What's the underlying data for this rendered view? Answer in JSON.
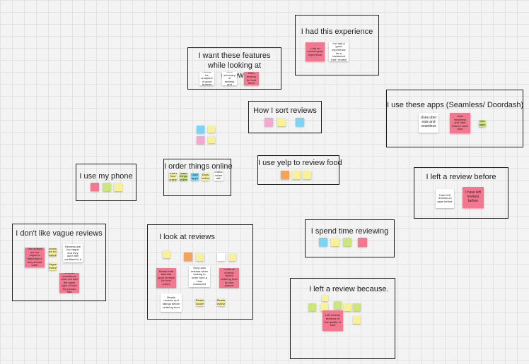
{
  "board": {
    "frames": {
      "had_experience": "I had this experience",
      "want_features": "I want these features while looking at reviews",
      "sort_reviews": "How I sort reviews",
      "use_apps": "I use these apps (Seamless/ Doordash)",
      "order_online": "I order things online",
      "use_yelp": "I use yelp to review food",
      "use_phone": "I use my phone",
      "left_review_before": "I left a review before",
      "vague_reviews": "I don't like vague reviews",
      "look_at_reviews": "I look at reviews",
      "spend_time": "I spend time reviewing",
      "left_review_because": "I left a review because."
    },
    "notes": {
      "had_1": "I had an overall good experience",
      "had_2": "I've had a good experience for a restaurant that I review",
      "feat_1": "Should be snapshot of good reviews",
      "feat_2": "Looking for a summary of reviews and ratings",
      "feat_3": "Filter reviews for food items",
      "apps_1": "Uses uber eats and seamless",
      "apps_2": "Uses Seamless and Uber Eats to order food",
      "apps_3": "Use apps",
      "before_1": "Have left reviews on apps before",
      "before_2": "I have left reviews before",
      "order_1": "Orders food online",
      "order_2": "Orders things online",
      "order_3": "Uses apps",
      "order_4": "Buys online",
      "order_5": "Mostly orders online with food",
      "vague_1": "The reviews are too vague to determine if they should order",
      "vague_2": "Reviews are too vague",
      "vague_3": "Vague reviews",
      "vague_4": "Reviews are too vague and they don't feel confident in it",
      "vague_5": "Reviews sometimes does not add the same type of food the person had",
      "look_1": "Reads both bad and good reviews for food orders",
      "look_2": "Only uses reviews when looking to order from a new restaurant",
      "look_3": "Looks at reviews before ordering food at new places",
      "look_4": "Reads reviews and ratings before ordering food",
      "look_5": "Reads pictures",
      "look_6": "Reads reviews",
      "because_1": "Left reviews because of the quality of food"
    }
  }
}
